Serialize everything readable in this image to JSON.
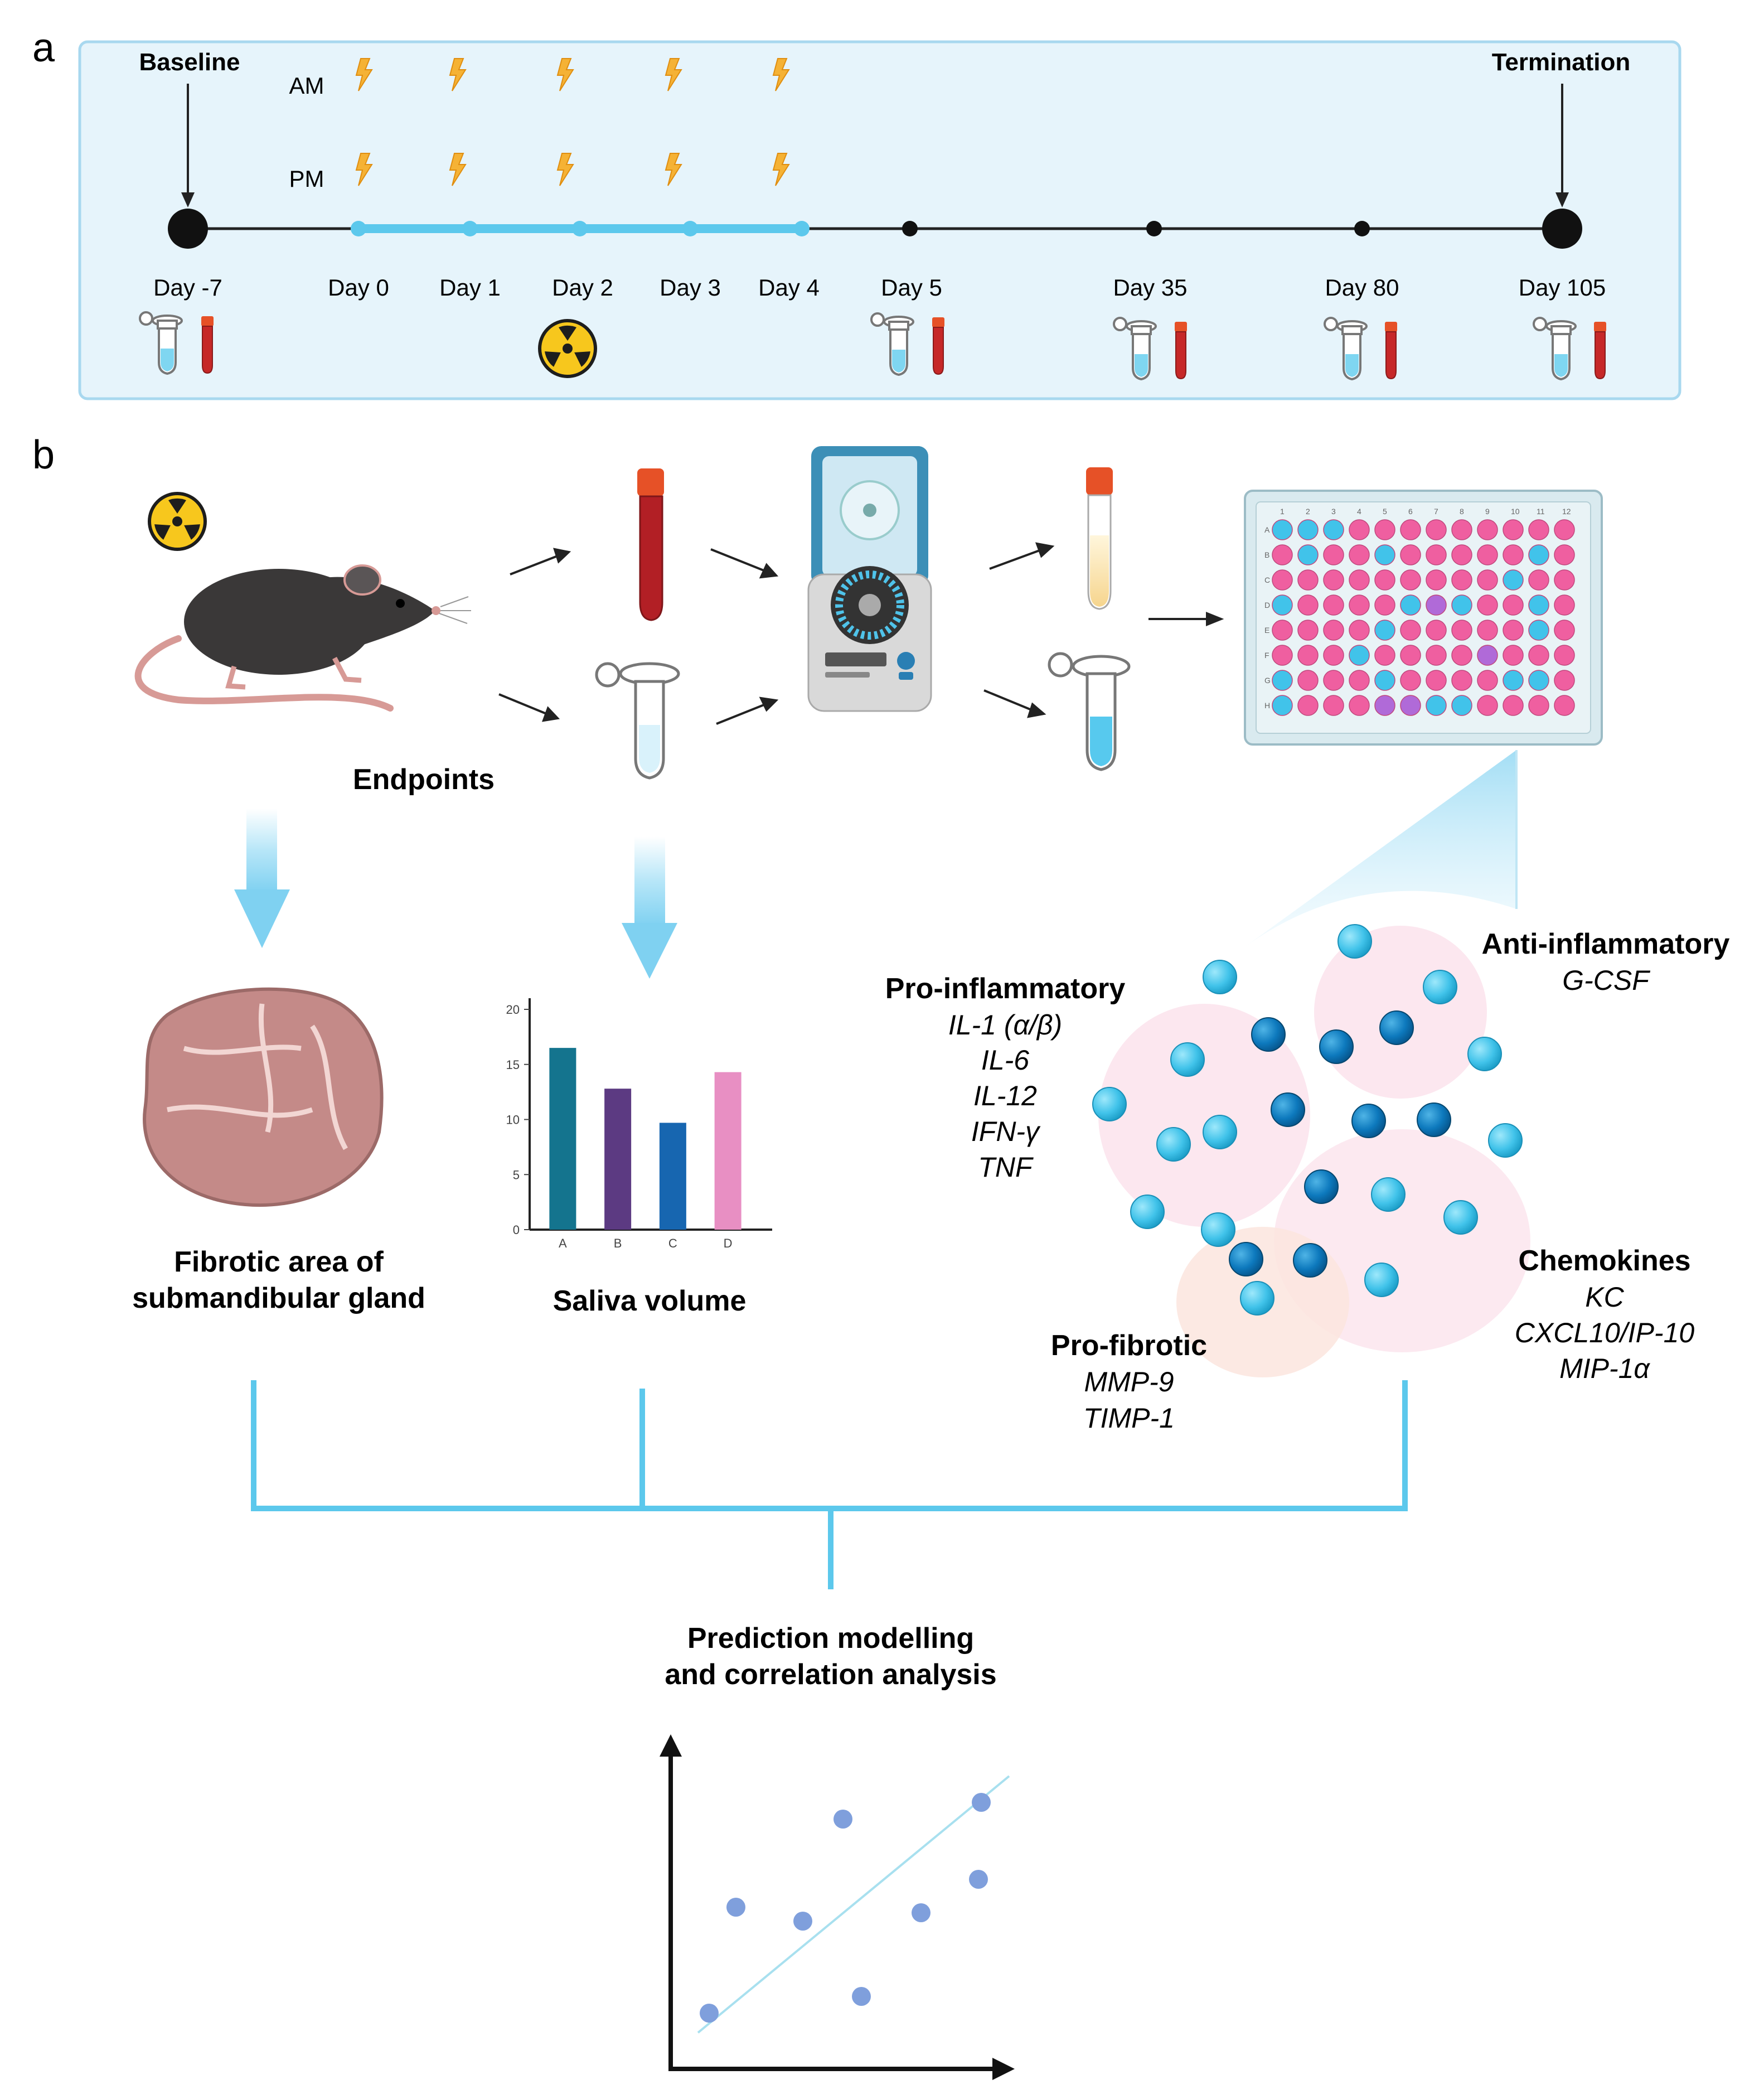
{
  "panel_a": {
    "label": "a",
    "baseline": "Baseline",
    "termination": "Termination",
    "am": "AM",
    "pm": "PM",
    "days": [
      "Day -7",
      "Day 0",
      "Day 1",
      "Day 2",
      "Day 3",
      "Day 4",
      "Day 5",
      "Day 35",
      "Day 80",
      "Day 105"
    ],
    "colors": {
      "panel_bg": "#e6f4fb",
      "panel_border": "#a8d8ef",
      "irradiation_line": "#5cc8ec",
      "bolt": "#f5b235",
      "blood": "#c62828"
    }
  },
  "panel_b": {
    "label": "b",
    "endpoints": "Endpoints",
    "fibrotic_line1": "Fibrotic area of",
    "fibrotic_line2": "submandibular gland",
    "saliva": "Saliva volume",
    "pro_inflammatory": {
      "title": "Pro-inflammatory",
      "items": [
        "IL-1 (α/β)",
        "IL-6",
        "IL-12",
        "IFN-γ",
        "TNF"
      ]
    },
    "anti_inflammatory": {
      "title": "Anti-inflammatory",
      "items": [
        "G-CSF"
      ]
    },
    "chemokines": {
      "title": "Chemokines",
      "items": [
        "KC",
        "CXCL10/IP-10",
        "MIP-1α"
      ]
    },
    "pro_fibrotic": {
      "title": "Pro-fibrotic",
      "items": [
        "MMP-9",
        "TIMP-1"
      ]
    },
    "prediction_line1": "Prediction modelling",
    "prediction_line2": "and correlation analysis",
    "plate_cols": [
      "1",
      "2",
      "3",
      "4",
      "5",
      "6",
      "7",
      "8",
      "9",
      "10",
      "11",
      "12"
    ],
    "plate_rows": [
      "A",
      "B",
      "C",
      "D",
      "E",
      "F",
      "G",
      "H"
    ]
  },
  "chart_data": {
    "type": "bar",
    "categories": [
      "A",
      "B",
      "C",
      "D"
    ],
    "values": [
      16.5,
      12.8,
      9.7,
      14.3
    ],
    "ylim": [
      0,
      20
    ],
    "yticks": [
      "0",
      "5",
      "10",
      "15",
      "20"
    ],
    "colors": [
      "#14748e",
      "#5c3a82",
      "#1766b0",
      "#e88fc3"
    ],
    "title": "",
    "xlabel": "",
    "ylabel": ""
  }
}
